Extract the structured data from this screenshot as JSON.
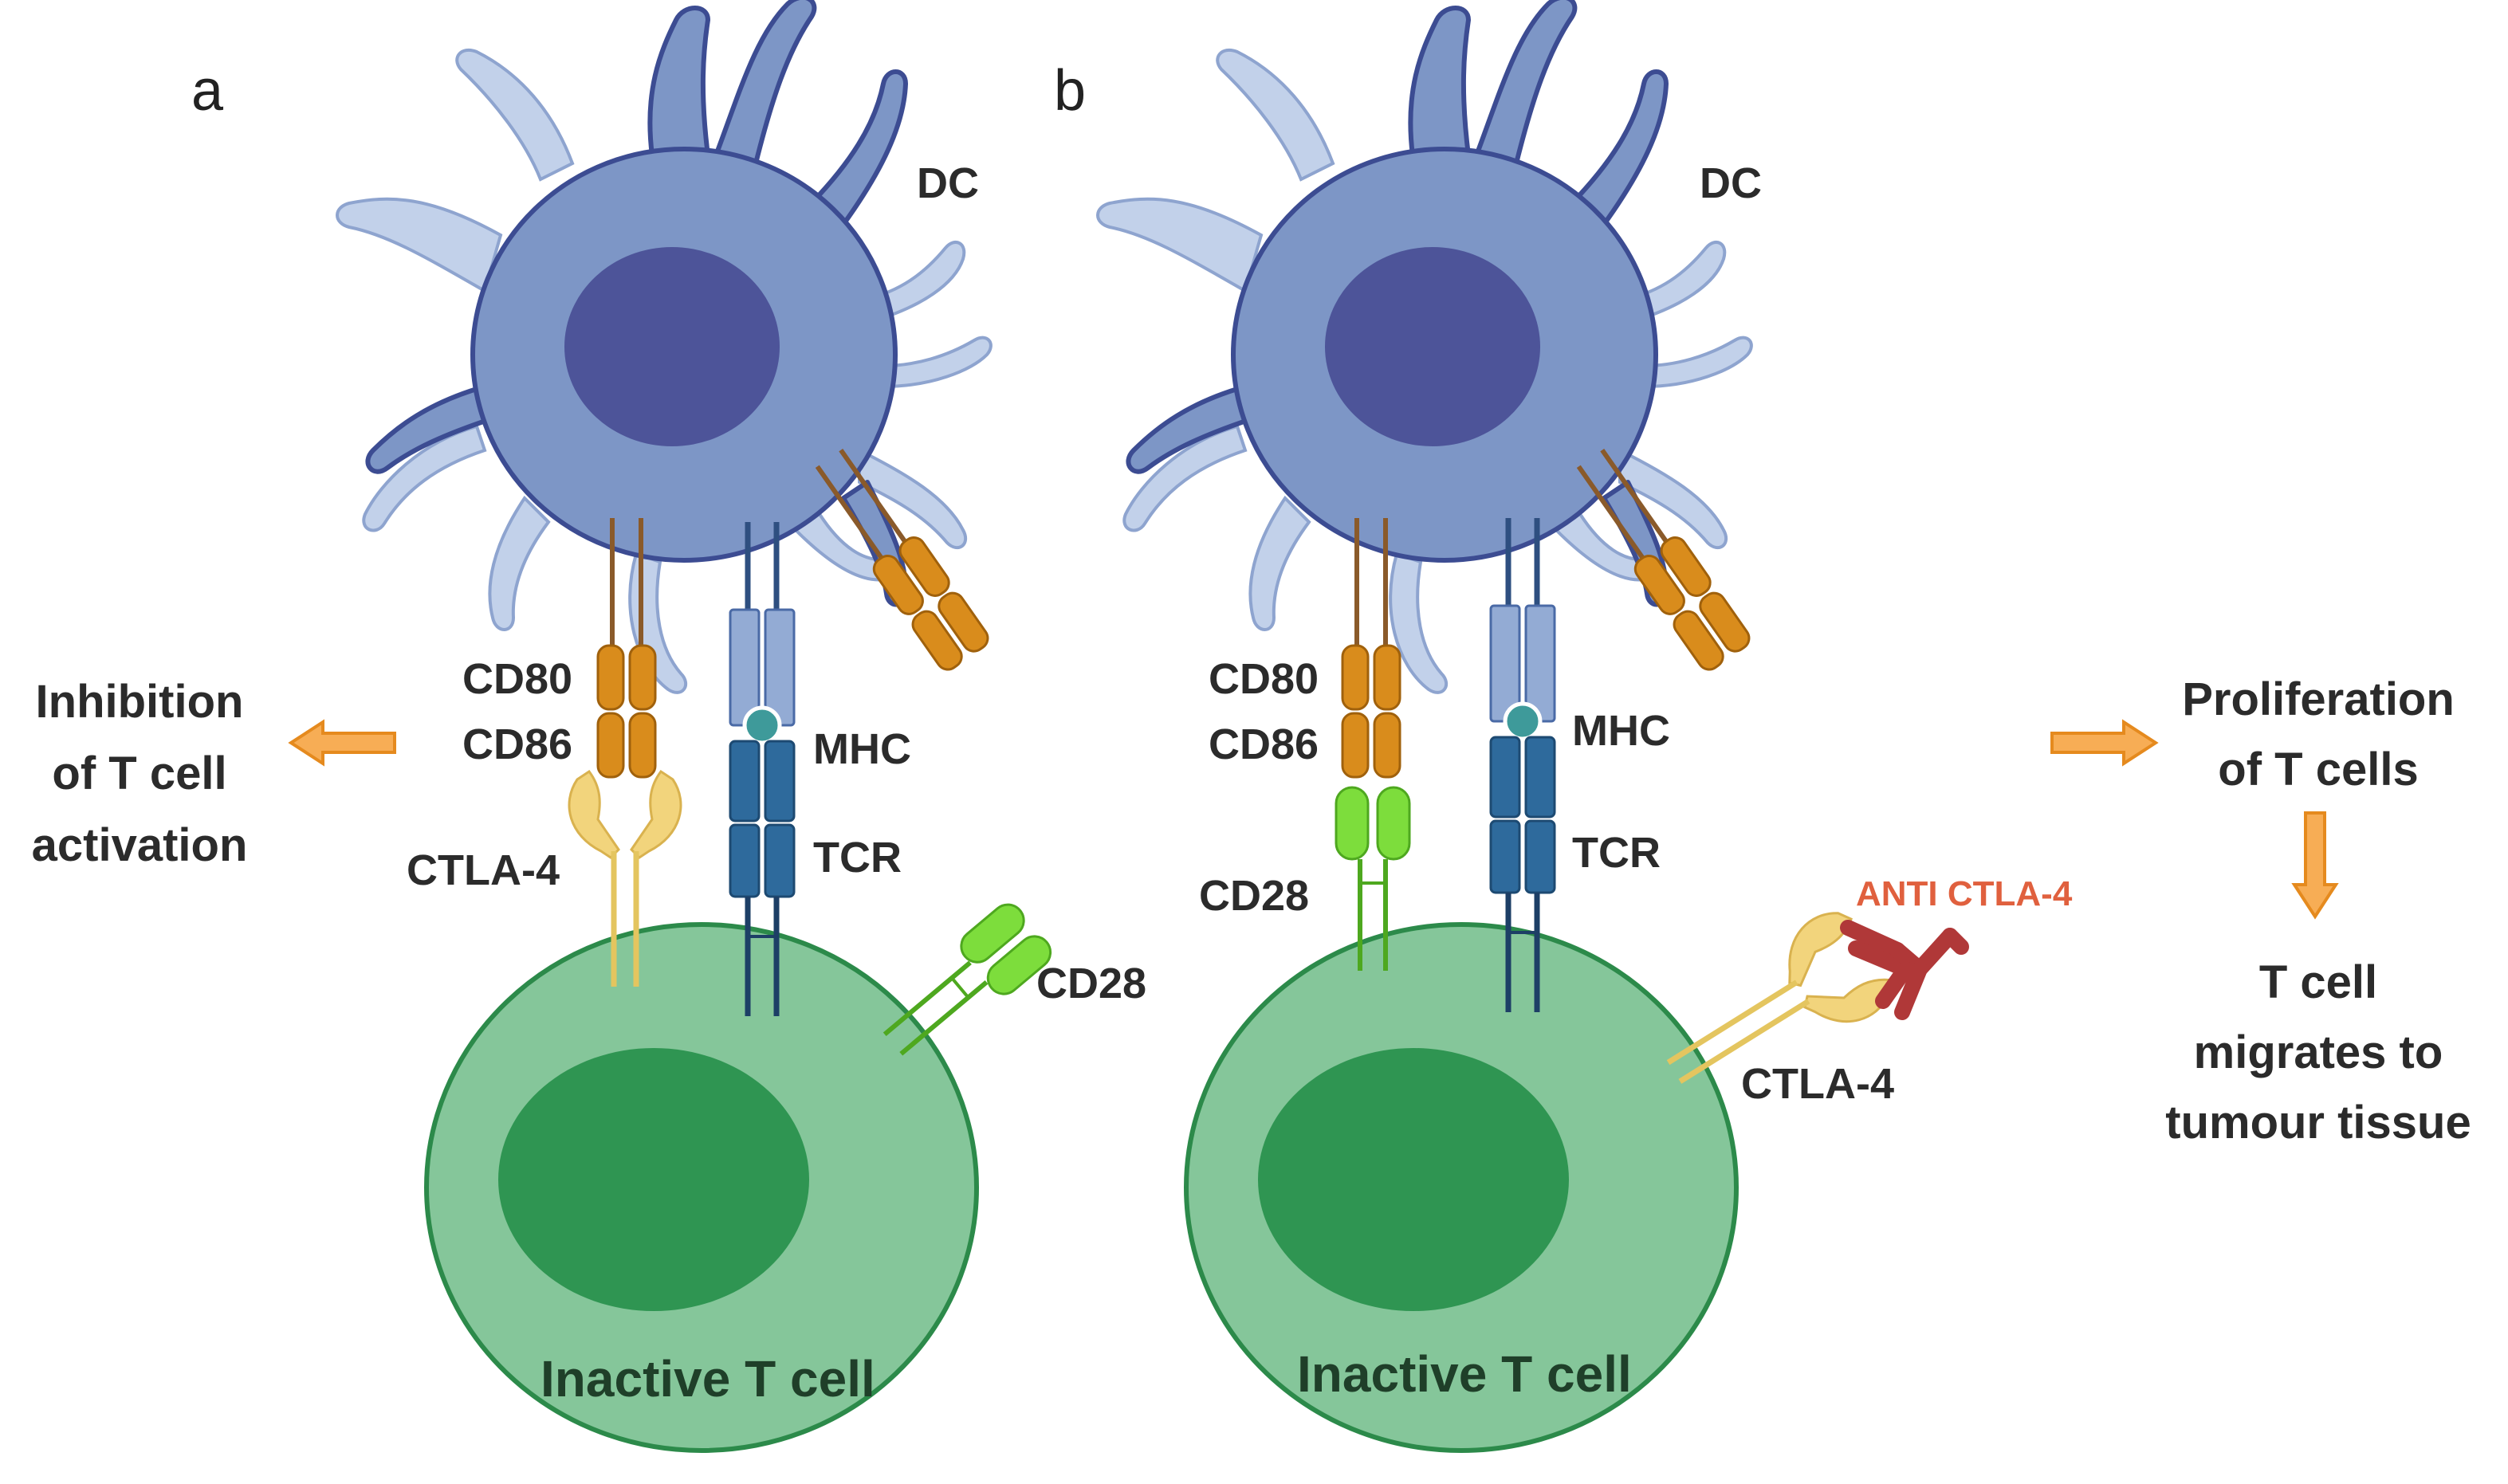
{
  "colors": {
    "dc_body": "#7d96c6",
    "dc_stroke": "#3c4c92",
    "dc_nucleus": "#4d5499",
    "dc_dendrite_light": "#c2d1ea",
    "tcell_body": "#85c69a",
    "tcell_stroke": "#2c8a4a",
    "tcell_nucleus": "#2f9552",
    "cd80_orange": "#d98c1c",
    "ctla4_yellow": "#f2d47c",
    "cd28_green": "#7ddd3c",
    "mhc_blue": "#93abd4",
    "tcr_blue": "#2e6a9c",
    "antibody_red": "#b03838",
    "arrow_orange": "#f7ad55"
  },
  "panel_a": {
    "letter": "a",
    "dc_label": "DC",
    "cd80_label": "CD80",
    "cd86_label": "CD86",
    "ctla4_label": "CTLA-4",
    "mhc_label": "MHC",
    "tcr_label": "TCR",
    "cd28_label": "CD28",
    "tcell_label": "Inactive T cell",
    "outcome_lines": [
      "Inhibition",
      "of T cell",
      "activation"
    ]
  },
  "panel_b": {
    "letter": "b",
    "dc_label": "DC",
    "cd80_label": "CD80",
    "cd86_label": "CD86",
    "cd28_label": "CD28",
    "mhc_label": "MHC",
    "tcr_label": "TCR",
    "anti_label": "ANTI CTLA-4",
    "ctla4_label": "CTLA-4",
    "tcell_label": "Inactive T cell",
    "outcome_lines": [
      "Proliferation",
      "of T cells"
    ],
    "result_lines": [
      "T cell",
      "migrates to",
      "tumour tissue"
    ]
  }
}
